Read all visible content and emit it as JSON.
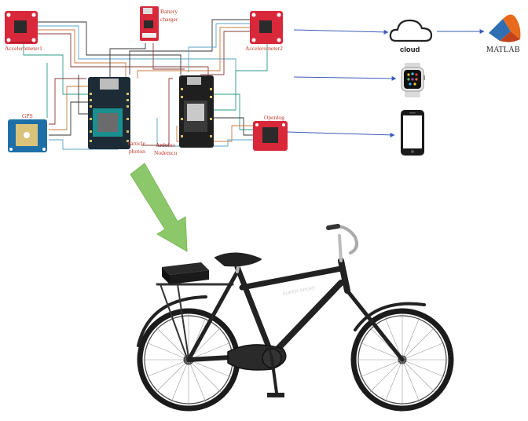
{
  "diagram": {
    "components": {
      "accelerometer1": "Accelerometer1",
      "accelerometer2": "Accelerometer2",
      "battery_charger_line1": "Battery",
      "battery_charger_line2": "charger",
      "gps": "GPS",
      "particle_line1": "Particle",
      "particle_line2": "photon",
      "arduino_line1": "Arduino",
      "arduino_line2": "Nodemcu",
      "openlog": "Openlog"
    },
    "outputs": {
      "cloud": "cloud",
      "matlab": "MATLAB"
    },
    "icons": [
      "cloud-icon",
      "matlab-logo-icon",
      "smartwatch-icon",
      "smartphone-icon",
      "bicycle-icon",
      "sensor-box-icon"
    ],
    "colors": {
      "sensor_board": "#d8283a",
      "arrow_blue": "#3b5bb5",
      "arrow_green": "#8cc86a",
      "wire_colors": [
        "#333333",
        "#5aa0c8",
        "#c8783c",
        "#8a3a3a",
        "#2a9a8a"
      ]
    }
  }
}
